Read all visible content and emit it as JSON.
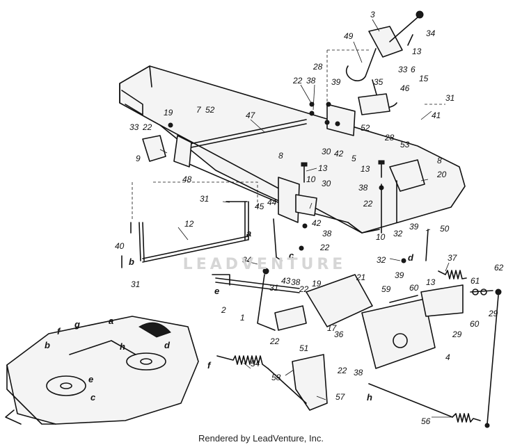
{
  "watermark": "LEADVENTURE",
  "footer": "Rendered by LeadVenture, Inc.",
  "callouts": [
    {
      "id": "3",
      "text": "3"
    },
    {
      "id": "34a",
      "text": "34"
    },
    {
      "id": "49",
      "text": "49"
    },
    {
      "id": "13a",
      "text": "13"
    },
    {
      "id": "33a",
      "text": "33"
    },
    {
      "id": "6",
      "text": "6"
    },
    {
      "id": "15",
      "text": "15"
    },
    {
      "id": "35",
      "text": "35"
    },
    {
      "id": "46",
      "text": "46"
    },
    {
      "id": "31a",
      "text": "31"
    },
    {
      "id": "41",
      "text": "41"
    },
    {
      "id": "28a",
      "text": "28"
    },
    {
      "id": "22a",
      "text": "22"
    },
    {
      "id": "38a",
      "text": "38"
    },
    {
      "id": "39a",
      "text": "39"
    },
    {
      "id": "52a",
      "text": "52"
    },
    {
      "id": "30a",
      "text": "30"
    },
    {
      "id": "42a",
      "text": "42"
    },
    {
      "id": "5",
      "text": "5"
    },
    {
      "id": "19a",
      "text": "19"
    },
    {
      "id": "7",
      "text": "7"
    },
    {
      "id": "52b",
      "text": "52"
    },
    {
      "id": "47",
      "text": "47"
    },
    {
      "id": "33b",
      "text": "33"
    },
    {
      "id": "22b",
      "text": "22"
    },
    {
      "id": "9",
      "text": "9"
    },
    {
      "id": "48",
      "text": "48"
    },
    {
      "id": "28b",
      "text": "28"
    },
    {
      "id": "53",
      "text": "53"
    },
    {
      "id": "8a",
      "text": "8"
    },
    {
      "id": "8b",
      "text": "8"
    },
    {
      "id": "13b",
      "text": "13"
    },
    {
      "id": "13c",
      "text": "13"
    },
    {
      "id": "20",
      "text": "20"
    },
    {
      "id": "38b",
      "text": "38"
    },
    {
      "id": "22c",
      "text": "22"
    },
    {
      "id": "10a",
      "text": "10"
    },
    {
      "id": "30b",
      "text": "30"
    },
    {
      "id": "31b",
      "text": "31"
    },
    {
      "id": "45",
      "text": "45"
    },
    {
      "id": "44",
      "text": "44"
    },
    {
      "id": "42b",
      "text": "42"
    },
    {
      "id": "38c",
      "text": "38"
    },
    {
      "id": "22d",
      "text": "22"
    },
    {
      "id": "32a",
      "text": "32"
    },
    {
      "id": "39b",
      "text": "39"
    },
    {
      "id": "10b",
      "text": "10"
    },
    {
      "id": "50",
      "text": "50"
    },
    {
      "id": "12",
      "text": "12"
    },
    {
      "id": "40",
      "text": "40"
    },
    {
      "id": "31c",
      "text": "31"
    },
    {
      "id": "32b",
      "text": "32"
    },
    {
      "id": "39c",
      "text": "39"
    },
    {
      "id": "37",
      "text": "37"
    },
    {
      "id": "62",
      "text": "62"
    },
    {
      "id": "34b",
      "text": "34"
    },
    {
      "id": "31d",
      "text": "31"
    },
    {
      "id": "43",
      "text": "43"
    },
    {
      "id": "38d",
      "text": "38"
    },
    {
      "id": "22e",
      "text": "22"
    },
    {
      "id": "19b",
      "text": "19"
    },
    {
      "id": "21",
      "text": "21"
    },
    {
      "id": "59",
      "text": "59"
    },
    {
      "id": "60a",
      "text": "60"
    },
    {
      "id": "13d",
      "text": "13"
    },
    {
      "id": "61",
      "text": "61"
    },
    {
      "id": "2",
      "text": "2"
    },
    {
      "id": "1",
      "text": "1"
    },
    {
      "id": "22f",
      "text": "22"
    },
    {
      "id": "17",
      "text": "17"
    },
    {
      "id": "36",
      "text": "36"
    },
    {
      "id": "29a",
      "text": "29"
    },
    {
      "id": "60b",
      "text": "60"
    },
    {
      "id": "29b",
      "text": "29"
    },
    {
      "id": "51",
      "text": "51"
    },
    {
      "id": "22g",
      "text": "22"
    },
    {
      "id": "38e",
      "text": "38"
    },
    {
      "id": "4",
      "text": "4"
    },
    {
      "id": "54",
      "text": "54"
    },
    {
      "id": "58",
      "text": "58"
    },
    {
      "id": "57",
      "text": "57"
    },
    {
      "id": "56",
      "text": "56"
    }
  ],
  "letters": [
    {
      "id": "a1",
      "text": "a"
    },
    {
      "id": "b1",
      "text": "b"
    },
    {
      "id": "c1",
      "text": "c"
    },
    {
      "id": "d1",
      "text": "d"
    },
    {
      "id": "e1",
      "text": "e"
    },
    {
      "id": "f1",
      "text": "f"
    },
    {
      "id": "h1",
      "text": "h"
    },
    {
      "id": "a2",
      "text": "a"
    },
    {
      "id": "b2",
      "text": "b"
    },
    {
      "id": "c2",
      "text": "c"
    },
    {
      "id": "d2",
      "text": "d"
    },
    {
      "id": "e2",
      "text": "e"
    },
    {
      "id": "f2",
      "text": "f"
    },
    {
      "id": "g2",
      "text": "g"
    },
    {
      "id": "h2",
      "text": "h"
    }
  ]
}
